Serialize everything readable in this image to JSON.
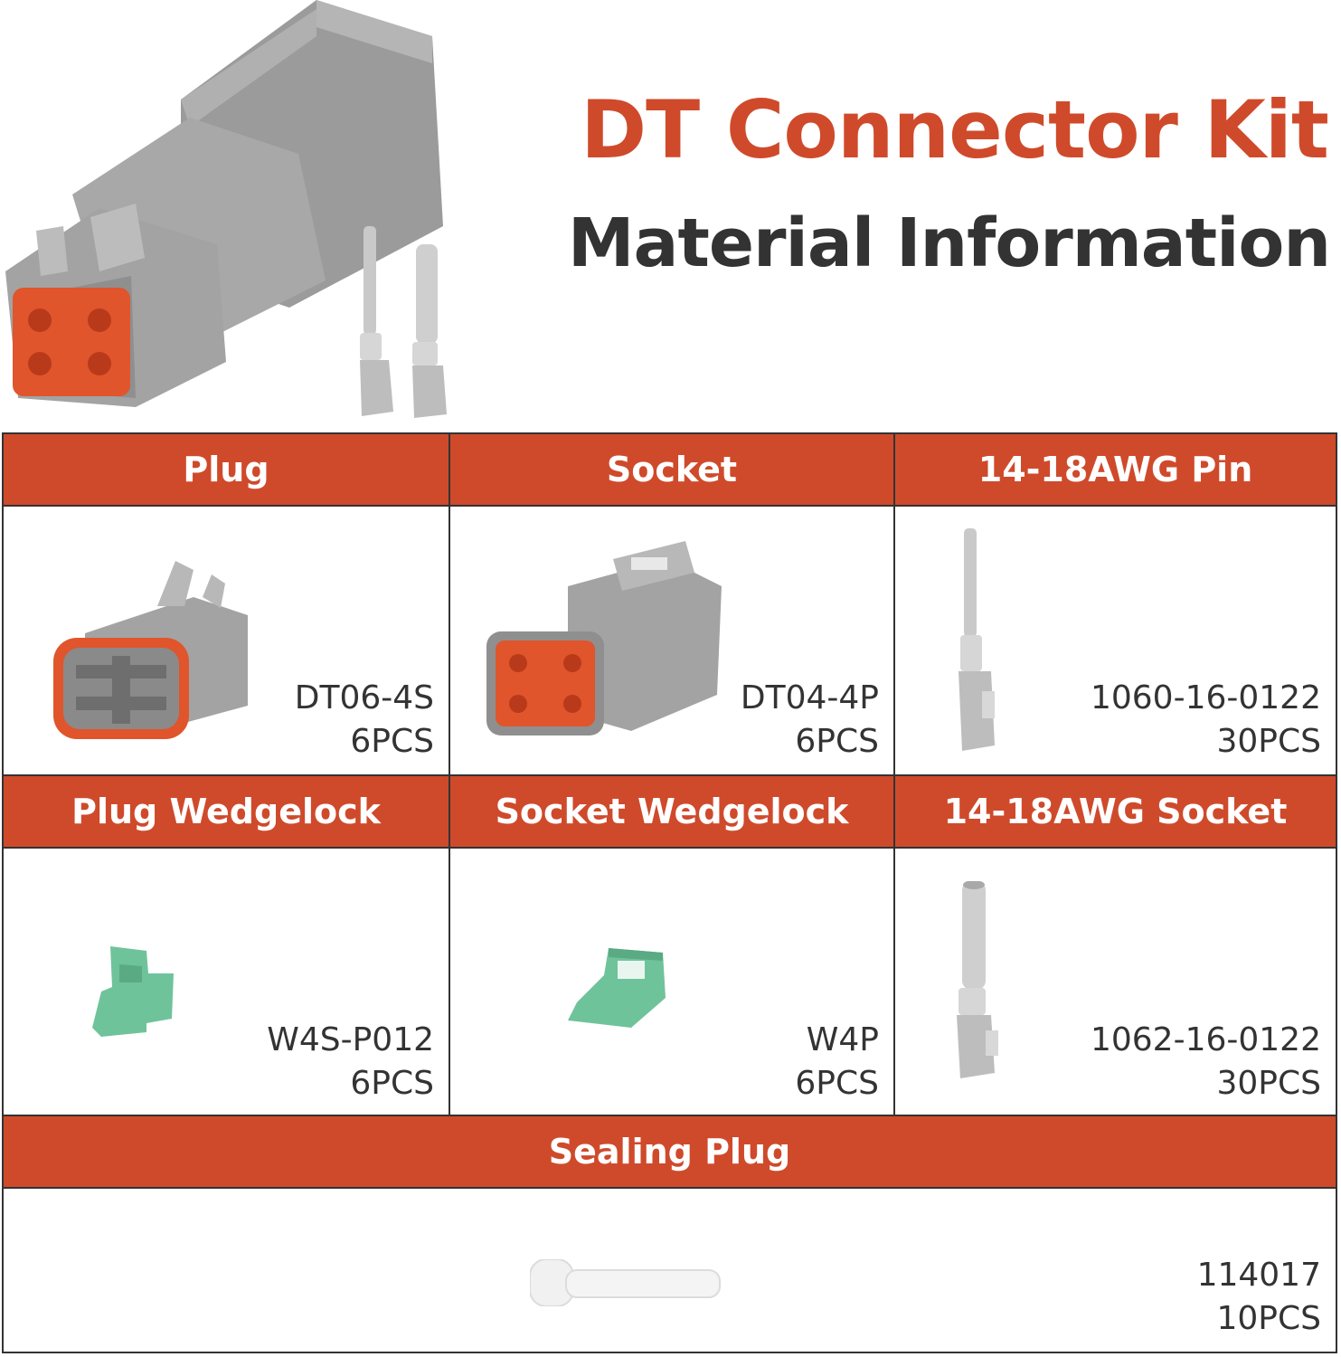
{
  "header": {
    "title": "DT Connector Kit",
    "subtitle": "Material Information"
  },
  "colors": {
    "accent": "#cf4a2b",
    "text_dark": "#333333",
    "connector_gray": "#a3a3a3",
    "seal_orange": "#e0552b",
    "wedgelock_green": "#6fc39b",
    "terminal_silver": "#c9c9c9"
  },
  "items": [
    {
      "title": "Plug",
      "part": "DT06-4S",
      "qty": "6PCS",
      "icon": "plug-connector-icon"
    },
    {
      "title": "Socket",
      "part": "DT04-4P",
      "qty": "6PCS",
      "icon": "socket-connector-icon"
    },
    {
      "title": "14-18AWG Pin",
      "part": "1060-16-0122",
      "qty": "30PCS",
      "icon": "pin-terminal-icon"
    },
    {
      "title": "Plug Wedgelock",
      "part": "W4S-P012",
      "qty": "6PCS",
      "icon": "plug-wedgelock-icon"
    },
    {
      "title": "Socket Wedgelock",
      "part": "W4P",
      "qty": "6PCS",
      "icon": "socket-wedgelock-icon"
    },
    {
      "title": "14-18AWG Socket",
      "part": "1062-16-0122",
      "qty": "30PCS",
      "icon": "socket-terminal-icon"
    },
    {
      "title": "Sealing Plug",
      "part": "114017",
      "qty": "10PCS",
      "icon": "sealing-plug-icon"
    }
  ]
}
